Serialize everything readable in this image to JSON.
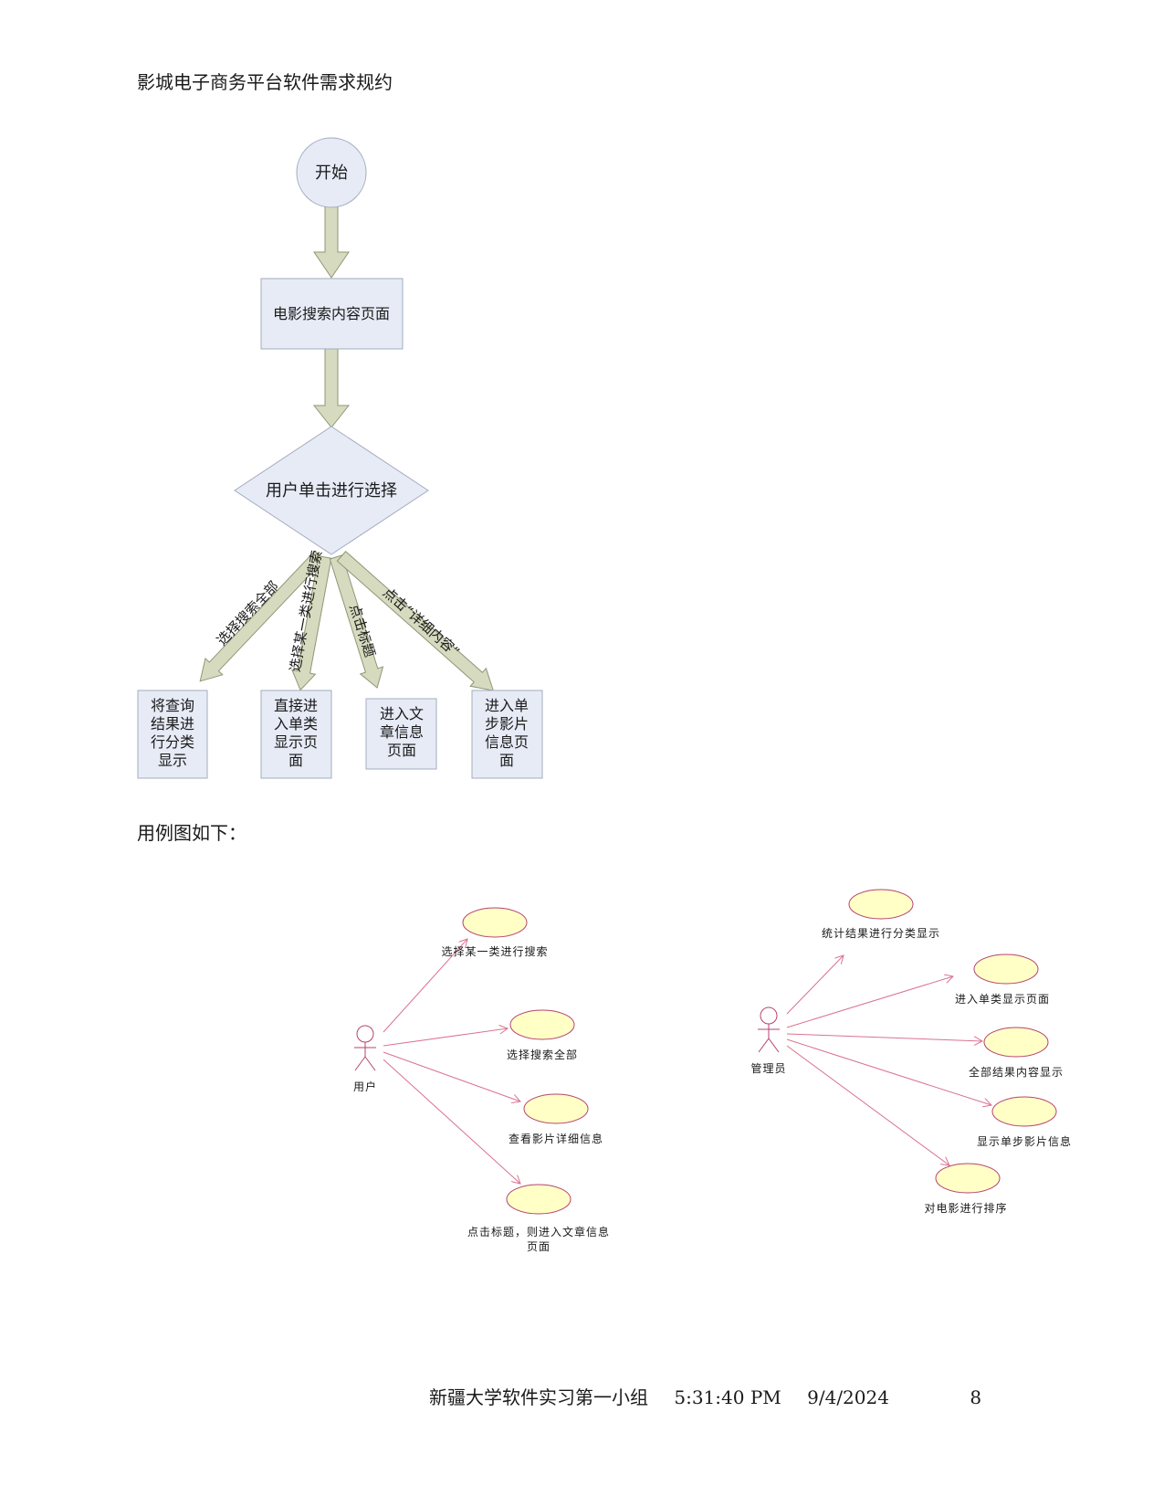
{
  "header": {
    "title": "影城电子商务平台软件需求规约"
  },
  "flowchart": {
    "start": "开始",
    "search_page": "电影搜索内容页面",
    "decision": "用户单击进行选择",
    "branches": [
      {
        "label": "选择搜索全部",
        "target": [
          "将查询",
          "结果进",
          "行分类",
          "显示"
        ]
      },
      {
        "label": "选择某一类进行搜索",
        "target": [
          "直接进",
          "入单类",
          "显示页",
          "面"
        ]
      },
      {
        "label": "点击标题",
        "target": [
          "进入文",
          "章信息",
          "页面"
        ]
      },
      {
        "label": "点击“详细内容”",
        "target": [
          "进入单",
          "步影片",
          "信息页",
          "面"
        ]
      }
    ]
  },
  "usecase_intro": "用例图如下：",
  "usecase_user": {
    "actor": "用户",
    "cases": [
      "选择某一类进行搜索",
      "选择搜索全部",
      "查看影片详细信息",
      "点击标题，则进入文章信息",
      "页面"
    ]
  },
  "usecase_admin": {
    "actor": "管理员",
    "cases": [
      "统计结果进行分类显示",
      "进入单类显示页面",
      "全部结果内容显示",
      "显示单步影片信息",
      "对电影进行排序"
    ]
  },
  "footer": {
    "org": "新疆大学软件实习第一小组",
    "time": "5:31:40 PM",
    "date": "9/4/2024",
    "page": "8"
  },
  "colors": {
    "shape_fill": "#e6ebf6",
    "shape_stroke": "#a3acbf",
    "arrow_fill": "#d6dbbf",
    "arrow_stroke": "#8f9676",
    "usecase_fill": "#ffffc6",
    "usecase_stroke": "#b6436f",
    "usecase_line": "#d9738f"
  }
}
